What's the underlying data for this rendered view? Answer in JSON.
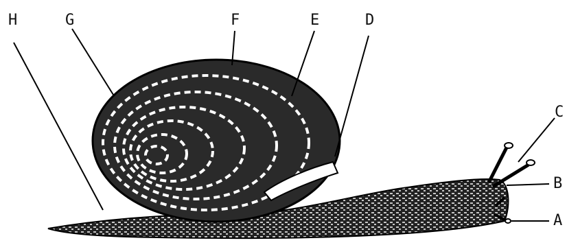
{
  "diagram": {
    "subject": "snail",
    "labels": {
      "A": "A",
      "B": "B",
      "C": "C",
      "D": "D",
      "E": "E",
      "F": "F",
      "G": "G",
      "H": "H"
    }
  }
}
